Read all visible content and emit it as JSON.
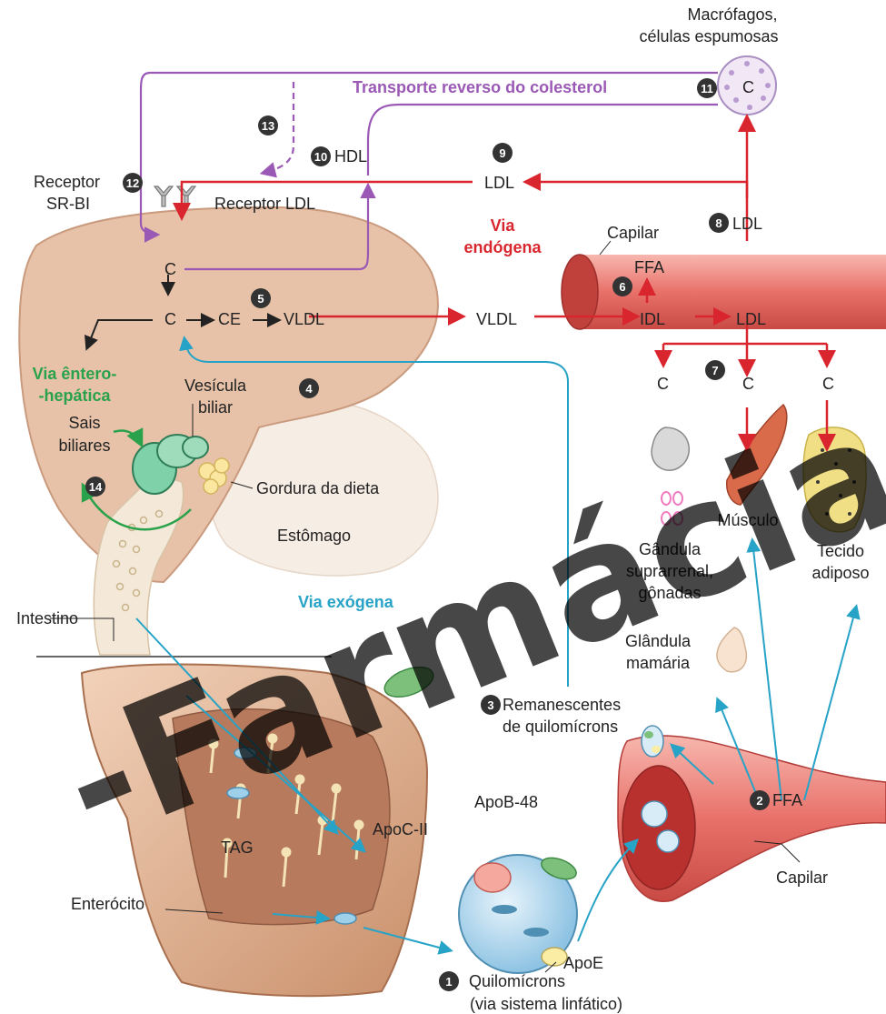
{
  "labels": {
    "macrophages": "Macrófagos,",
    "foam_cells": "células espumosas",
    "reverse_transport": "Transporte reverso do colesterol",
    "hdl": "HDL",
    "ldl_top": "LDL",
    "ldl_capillary": "LDL",
    "ldl_ifl": "LDL",
    "receptor_srbi_1": "Receptor",
    "receptor_srbi_2": "SR-BI",
    "receptor_ldl": "Receptor LDL",
    "endogenous_1": "Via",
    "endogenous_2": "endógena",
    "capillary_top": "Capilar",
    "ffa_top": "FFA",
    "c_liver_1": "C",
    "c_liver_2": "C",
    "ce": "CE",
    "vldl_liver": "VLDL",
    "vldl_capillary": "VLDL",
    "idl": "IDL",
    "c_adrenal": "C",
    "c_muscle": "C",
    "c_adipose": "C",
    "c_macrophage": "C",
    "enterohepatic_1": "Via êntero-",
    "enterohepatic_2": "-hepática",
    "bile_salts_1": "Sais",
    "bile_salts_2": "biliares",
    "gallbladder_1": "Vesícula",
    "gallbladder_2": "biliar",
    "dietary_fat": "Gordura da dieta",
    "stomach": "Estômago",
    "exogenous": "Via exógena",
    "intestine": "Intestino",
    "adrenal_1": "Gândula",
    "adrenal_2": "suprarrenal,",
    "adrenal_3": "gônadas",
    "muscle": "Músculo",
    "adipose_1": "Tecido",
    "adipose_2": "adiposo",
    "mammary_1": "Glândula",
    "mammary_2": "mamária",
    "remnants_1": "Remanescentes",
    "remnants_2": "de quilomícrons",
    "apob48": "ApoB-48",
    "apocii": "ApoC-II",
    "tag": "TAG",
    "enterocyte": "Enterócito",
    "ffa_bottom": "FFA",
    "capillary_bottom": "Capilar",
    "apoe": "ApoE",
    "chylomicrons_1": "Quilomícrons",
    "chylomicrons_2": "(via sistema linfático)"
  },
  "steps": {
    "s1": "1",
    "s2": "2",
    "s3": "3",
    "s4": "4",
    "s5": "5",
    "s6": "6",
    "s7": "7",
    "s8": "8",
    "s9": "9",
    "s10": "10",
    "s11": "11",
    "s12": "12",
    "s13": "13",
    "s14": "14"
  },
  "watermark": "-Farmácia Un",
  "colors": {
    "endogenous": "#d9262e",
    "exogenous": "#27a3c7",
    "reverse": "#9b59b6",
    "enterohepatic": "#2aa24b",
    "liver": "#e7c2a8",
    "capillary": "#e8716a"
  }
}
